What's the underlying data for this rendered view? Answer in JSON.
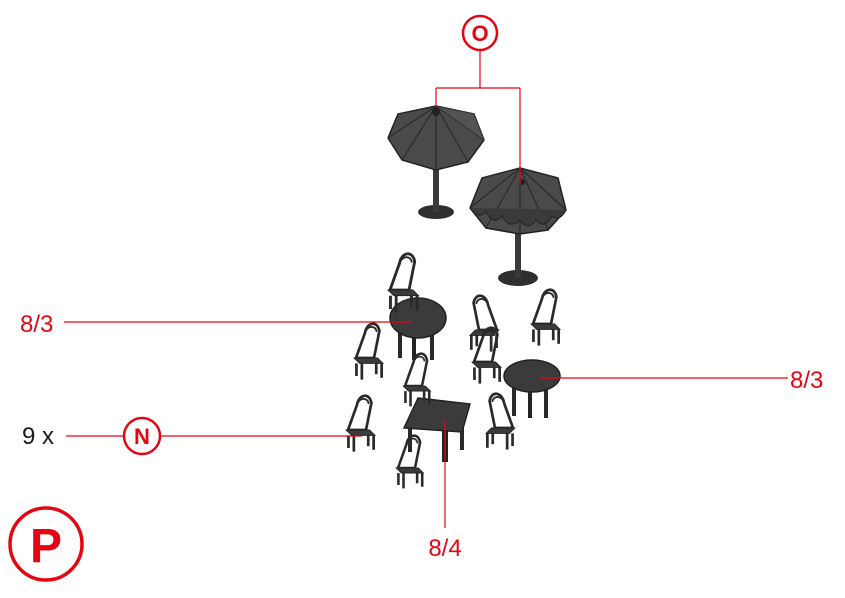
{
  "colors": {
    "accent": "#e30613",
    "furniture": "#3b3b3b",
    "furniture_dark": "#1f1f1f",
    "furniture_light": "#6a6a6a",
    "text": "#1a1a1a",
    "background": "#ffffff"
  },
  "callouts": {
    "O": "O",
    "N": "N",
    "P": "P"
  },
  "labels": {
    "table_round_left": "8/3",
    "table_round_right": "8/3",
    "table_square": "8/4",
    "chairs_count": "9 x"
  },
  "icons": {
    "umbrella": "parasol-icon",
    "round_table": "round-table-icon",
    "square_table": "square-table-icon",
    "chair": "chair-icon"
  }
}
